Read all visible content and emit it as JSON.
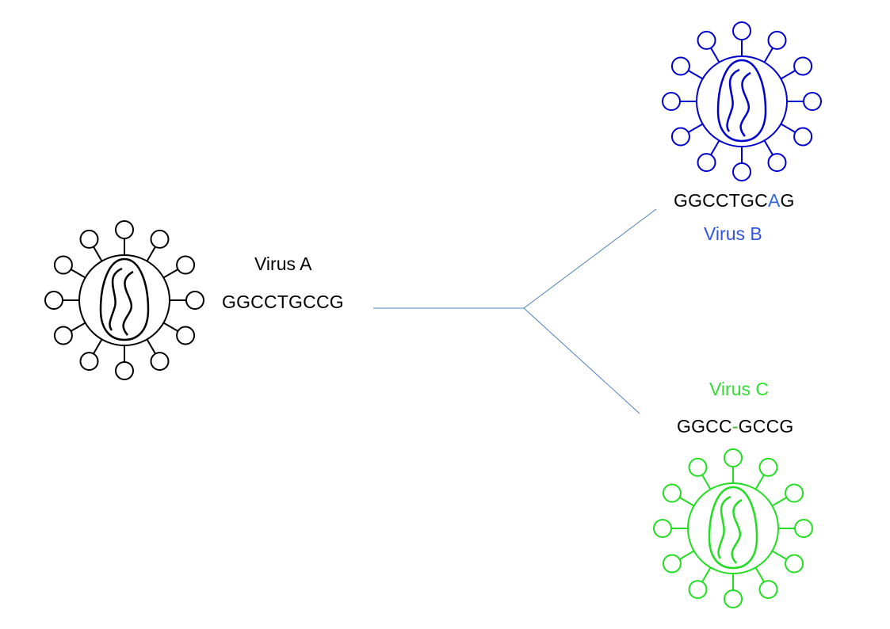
{
  "tree": {
    "edge_color": "#4f81bd"
  },
  "viruses": [
    {
      "id": "a",
      "name": "Virus A",
      "color": "#000000",
      "name_color": "#000000",
      "sequence": {
        "prefix": "GGCCTGCCG",
        "mutation": "",
        "suffix": "",
        "mutation_color": "#000000"
      }
    },
    {
      "id": "b",
      "name": "Virus B",
      "color": "#0000cc",
      "name_color": "#3355dd",
      "sequence": {
        "prefix": "GGCCTGC",
        "mutation": "A",
        "suffix": "G",
        "mutation_color": "#3366dd"
      }
    },
    {
      "id": "c",
      "name": "Virus C",
      "color": "#22dd22",
      "name_color": "#33dd33",
      "sequence": {
        "prefix": "GGCC",
        "mutation": "-",
        "suffix": "GCCG",
        "mutation_color": "#22bb22"
      }
    }
  ]
}
